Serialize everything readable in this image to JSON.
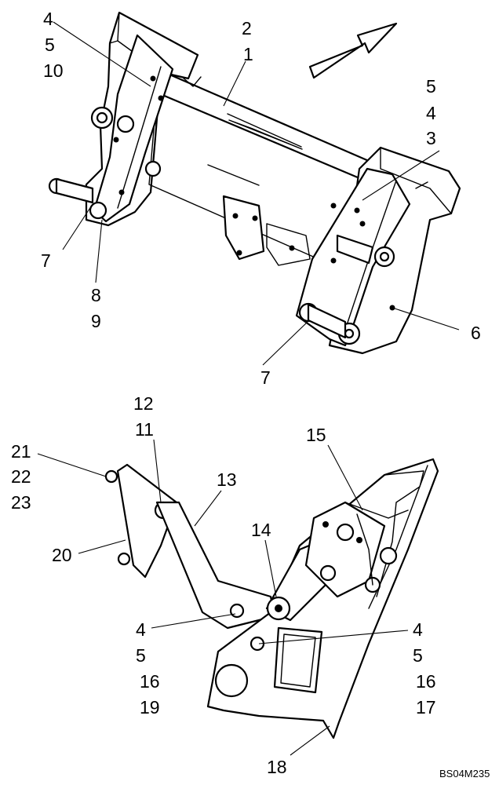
{
  "callouts": {
    "c_2": "2",
    "c_1": "1",
    "c_4_top": "4",
    "c_5_top": "5",
    "c_10": "10",
    "c_5_right": "5",
    "c_4_right": "4",
    "c_3": "3",
    "c_6": "6",
    "c_7_left": "7",
    "c_8": "8",
    "c_9": "9",
    "c_7_bottom": "7",
    "c_12": "12",
    "c_11": "11",
    "c_21": "21",
    "c_22": "22",
    "c_23": "23",
    "c_20": "20",
    "c_13": "13",
    "c_14": "14",
    "c_15": "15",
    "c_4_low_left": "4",
    "c_5_low_left": "5",
    "c_16_left": "16",
    "c_19": "19",
    "c_4_low_right": "4",
    "c_5_low_right": "5",
    "c_16_right": "16",
    "c_17": "17",
    "c_18": "18"
  },
  "reference_code": "BS04M235"
}
